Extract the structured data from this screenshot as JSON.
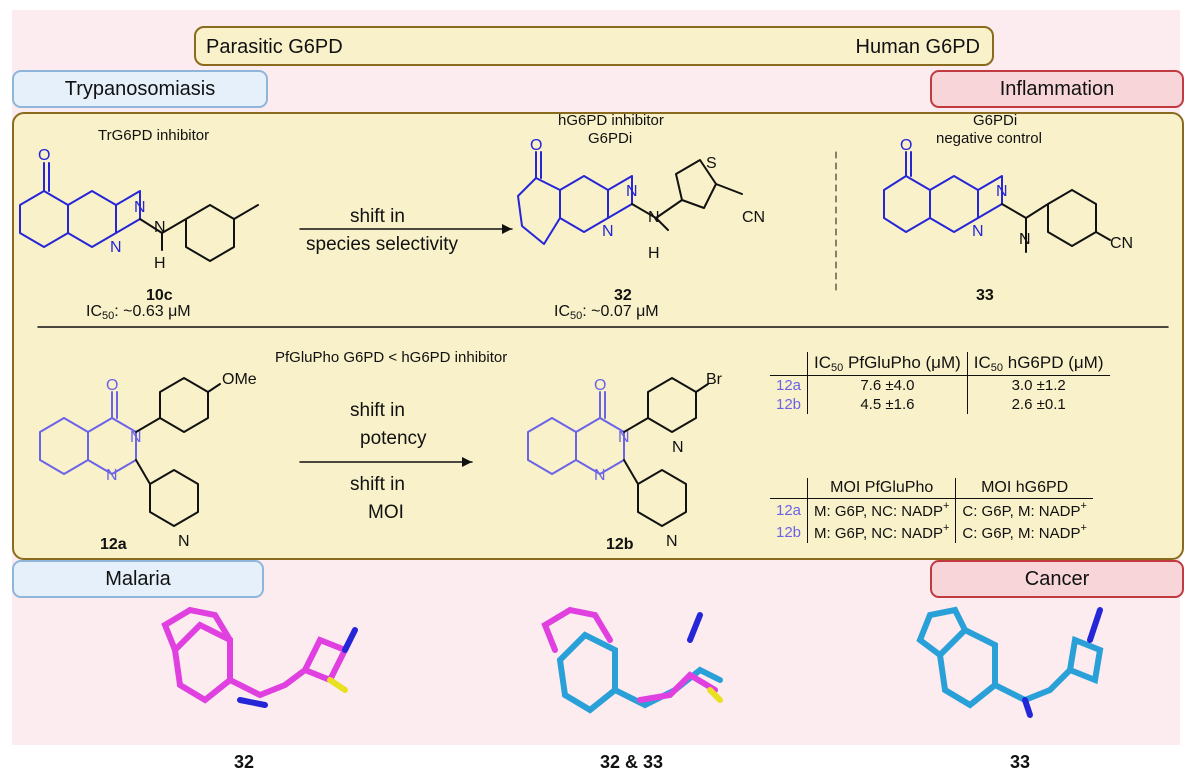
{
  "header": {
    "left": "Parasitic G6PD",
    "right": "Human G6PD"
  },
  "tags": {
    "trypanosomiasis": "Trypanosomiasis",
    "inflammation": "Inflammation",
    "malaria": "Malaria",
    "cancer": "Cancer"
  },
  "top_row": {
    "c10c": {
      "title": "TrG6PD inhibitor",
      "id": "10c",
      "ic50_prefix": "IC",
      "ic50_sub": "50",
      "ic50_value": ": ~0.63 μM"
    },
    "arrow": {
      "line1": "shift in",
      "line2": "species selectivity"
    },
    "c32": {
      "title1": "hG6PD inhibitor",
      "title2": "G6PDi",
      "id": "32",
      "ic50_prefix": "IC",
      "ic50_sub": "50",
      "ic50_value": ": ~0.07 μM"
    },
    "c33": {
      "title1": "G6PDi",
      "title2": "negative control",
      "id": "33"
    }
  },
  "bottom_row": {
    "title": "PfGluPho G6PD < hG6PD inhibitor",
    "c12a": {
      "id": "12a"
    },
    "arrow": {
      "line1": "shift in",
      "line2": "potency",
      "line3": "shift in",
      "line4": "MOI"
    },
    "c12b": {
      "id": "12b"
    }
  },
  "atoms": {
    "O": "O",
    "N": "N",
    "NH_H": "H",
    "CN": "CN",
    "S": "S",
    "OMe": "OMe",
    "Br": "Br"
  },
  "table_ic50": {
    "headers": [
      "",
      "IC50 PfGluPho (μM)",
      "IC50 hG6PD (μM)"
    ],
    "h1_prefix": "IC",
    "h1_sub": "50",
    "h1_rest": " PfGluPho (μM)",
    "h2_prefix": "IC",
    "h2_sub": "50",
    "h2_rest": " hG6PD (μM)",
    "rows": [
      {
        "id": "12a",
        "pf": "7.6 ±4.0",
        "h": "3.0 ±1.2"
      },
      {
        "id": "12b",
        "pf": "4.5 ±1.6",
        "h": "2.6 ±0.1"
      }
    ]
  },
  "table_moi": {
    "headers": [
      "MOI PfGluPho",
      "MOI hG6PD"
    ],
    "rows": [
      {
        "id": "12a",
        "pf_main": "M: G6P, NC: NADP",
        "pf_sup": "+",
        "h_main": "C: G6P, M: NADP",
        "h_sup": "+"
      },
      {
        "id": "12b",
        "pf_main": "M: G6P, NC: NADP",
        "pf_sup": "+",
        "h_main": "C: G6P, M: NADP",
        "h_sup": "+"
      }
    ]
  },
  "structures3d": {
    "left": "32",
    "middle": "32 & 33",
    "right": "33"
  },
  "colors": {
    "blue": "#2626d9",
    "purple": "#6b63e8",
    "magenta": "#e040e0",
    "cyan": "#2aa0d8",
    "gold": "#8a6a1e"
  }
}
